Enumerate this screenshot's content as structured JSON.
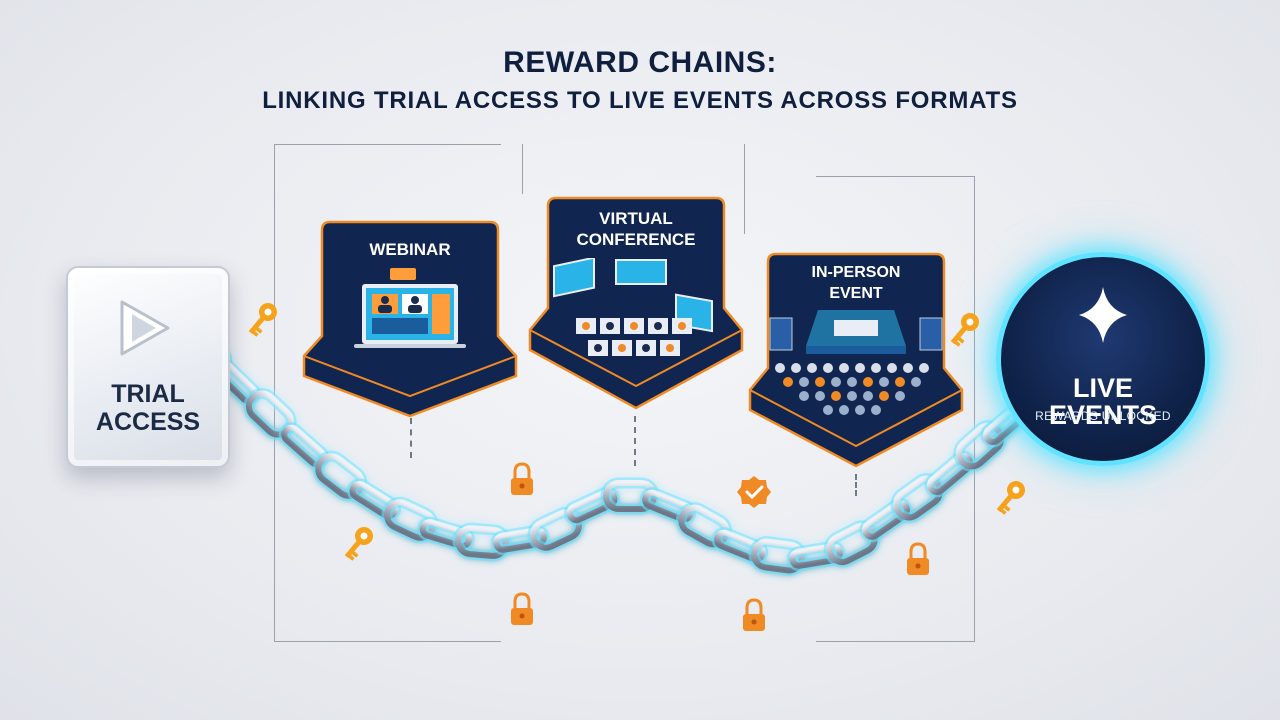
{
  "title": "REWARD CHAINS:",
  "subtitle": "LINKING TRIAL ACCESS TO LIVE EVENTS ACROSS FORMATS",
  "start": {
    "line1": "TRIAL",
    "line2": "ACCESS",
    "icon": "play-icon"
  },
  "stages": [
    {
      "label": "WEBINAR",
      "icon": "laptop-video-call-icon"
    },
    {
      "line1": "VIRTUAL",
      "line2": "CONFERENCE",
      "icon": "video-grid-icon"
    },
    {
      "line1": "IN-PERSON",
      "line2": "EVENT",
      "icon": "stage-audience-icon"
    }
  ],
  "end": {
    "line1": "LIVE",
    "line2": "EVENTS",
    "caption": "REWARDS UNLOCKED",
    "icon": "sparkle-icon"
  },
  "colors": {
    "navy": "#0f2249",
    "accent_orange": "#f08a24",
    "chain_glow": "#5fe3ff",
    "chain_steel": "#9aa3b2"
  }
}
